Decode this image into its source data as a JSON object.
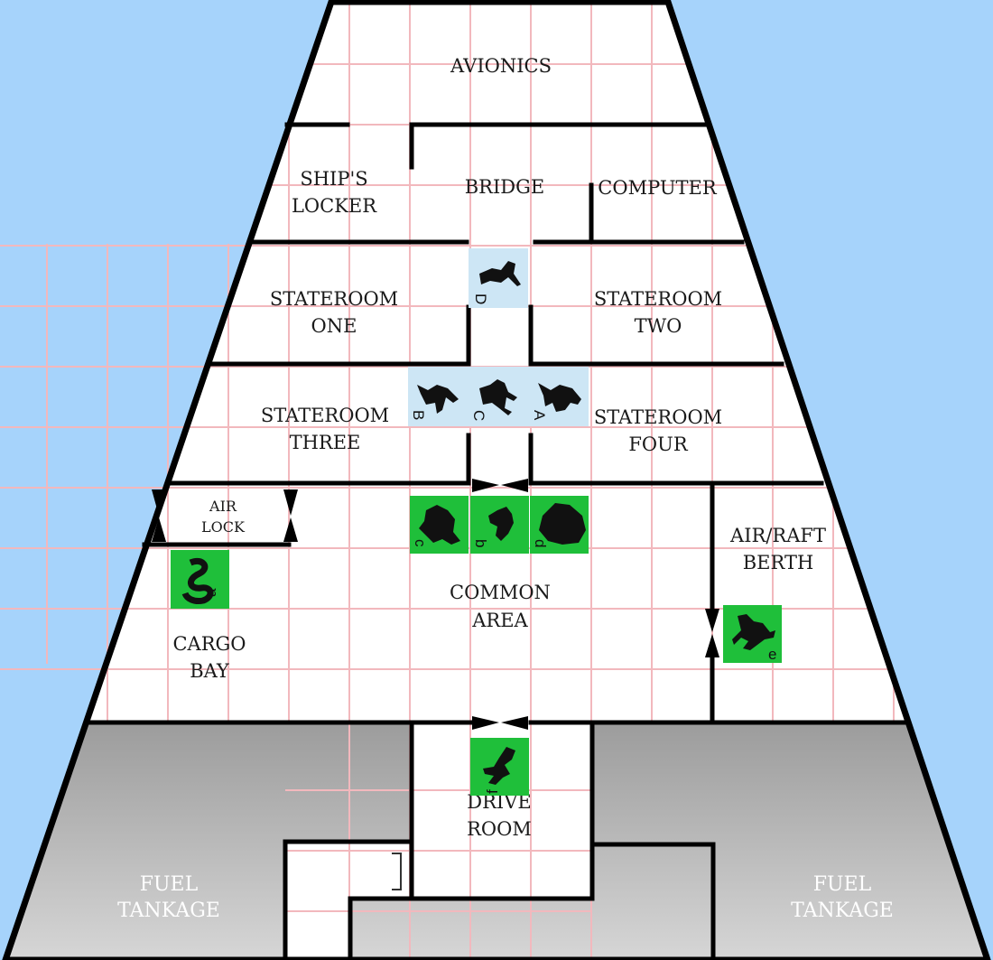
{
  "colors": {
    "space": "#a6d3fb",
    "grid": "#f2b8bd",
    "floor": "#ffffff",
    "crew_tile": "#cde6f5",
    "alien_tile": "#1fbf3a",
    "fuel_top": "#9c9c9c",
    "fuel_bottom": "#d4d4d4"
  },
  "rooms": {
    "avionics": [
      "AVIONICS"
    ],
    "ships_locker": [
      "SHIP'S",
      "LOCKER"
    ],
    "bridge": [
      "BRIDGE"
    ],
    "computer": [
      "COMPUTER"
    ],
    "stateroom_one": [
      "STATEROOM",
      "ONE"
    ],
    "stateroom_two": [
      "STATEROOM",
      "TWO"
    ],
    "stateroom_three": [
      "STATEROOM",
      "THREE"
    ],
    "stateroom_four": [
      "STATEROOM",
      "FOUR"
    ],
    "air_lock": [
      "AIR",
      "LOCK"
    ],
    "cargo_bay": [
      "CARGO",
      "BAY"
    ],
    "common_area": [
      "COMMON",
      "AREA"
    ],
    "air_raft_berth": [
      "AIR/RAFT",
      "BERTH"
    ],
    "drive_room": [
      "DRIVE",
      "ROOM"
    ],
    "fuel_left": [
      "FUEL",
      "TANKAGE"
    ],
    "fuel_right": [
      "FUEL",
      "TANKAGE"
    ]
  },
  "tokens": {
    "crew": [
      {
        "letter": "D",
        "type": "crew-figure"
      },
      {
        "letter": "B",
        "type": "crew-figure"
      },
      {
        "letter": "C",
        "type": "crew-figure"
      },
      {
        "letter": "A",
        "type": "crew-figure"
      }
    ],
    "aliens": [
      {
        "letter": "c",
        "type": "tentacled-alien"
      },
      {
        "letter": "b",
        "type": "insectoid-alien"
      },
      {
        "letter": "d",
        "type": "hulking-alien"
      },
      {
        "letter": "a",
        "type": "serpent-alien"
      },
      {
        "letter": "e",
        "type": "spider-alien"
      },
      {
        "letter": "f",
        "type": "leaping-alien"
      }
    ]
  }
}
